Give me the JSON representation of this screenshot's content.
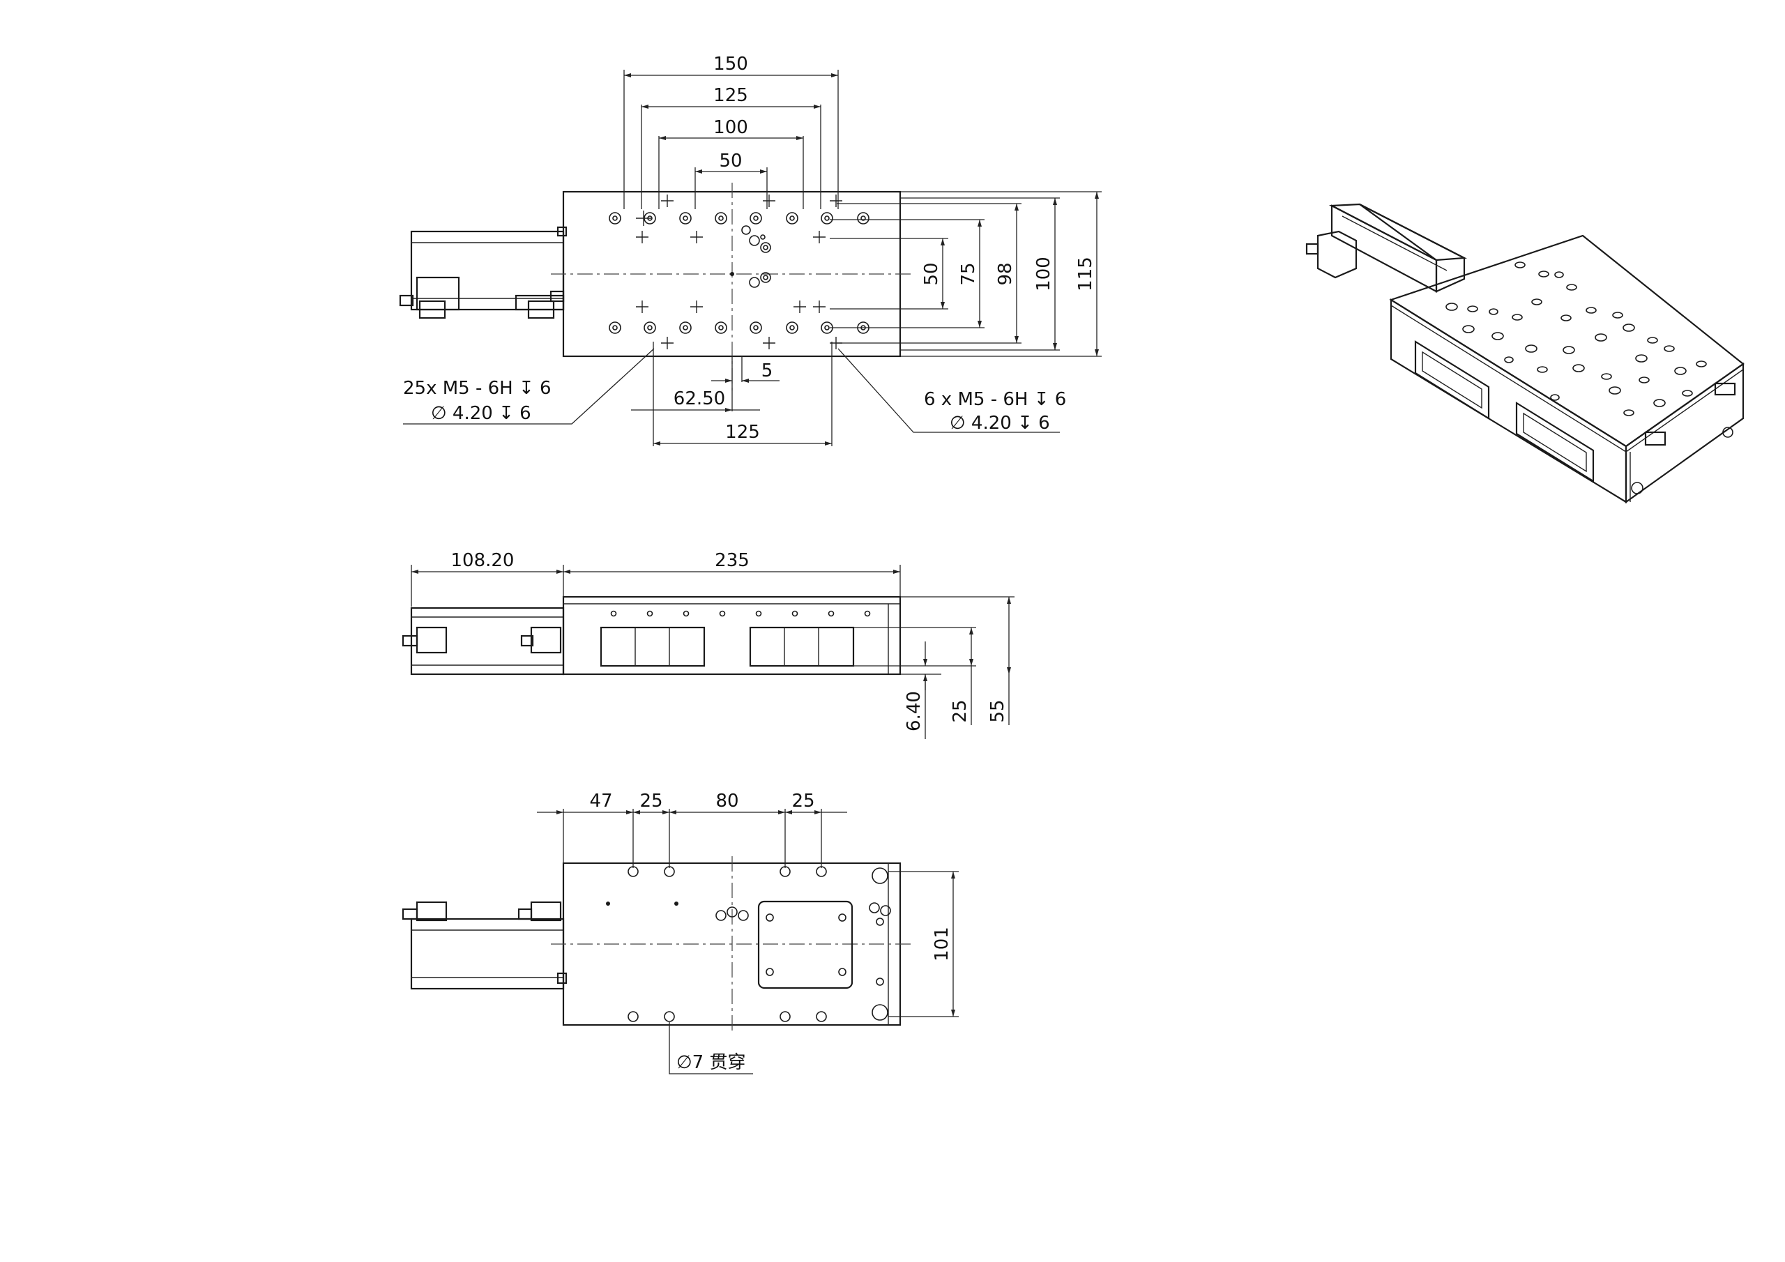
{
  "top_view": {
    "dims": {
      "d150": "150",
      "d125_top": "125",
      "d100_top": "100",
      "d50_top": "50",
      "d50_v": "50",
      "d75_v": "75",
      "d98_v": "98",
      "d100_v": "100",
      "d115_v": "115",
      "d5": "5",
      "d62_50": "62.50",
      "d125_bottom": "125"
    },
    "note_left_line1": "25x  M5 - 6H ↧ 6",
    "note_left_line2": "∅  4.20 ↧ 6",
    "note_right_line1": "6 x  M5 - 6H ↧ 6",
    "note_right_line2": "∅  4.20 ↧ 6"
  },
  "side_view": {
    "dims": {
      "d108_20": "108.20",
      "d235": "235",
      "d6_40": "6.40",
      "d25": "25",
      "d55": "55"
    }
  },
  "bottom_view": {
    "dims": {
      "d47": "47",
      "d25_a": "25",
      "d80": "80",
      "d25_b": "25",
      "d101": "101"
    },
    "note_through": "∅7 贯穿"
  }
}
